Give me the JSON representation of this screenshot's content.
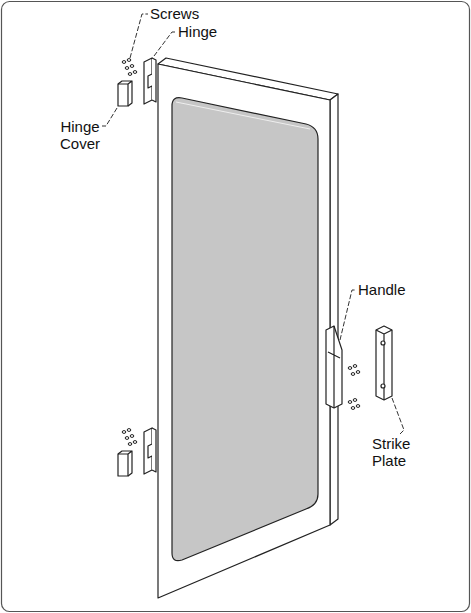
{
  "diagram": {
    "labels": [
      "Screws",
      "Hinge",
      "Hinge Cover",
      "Handle",
      "Strike Plate"
    ]
  }
}
